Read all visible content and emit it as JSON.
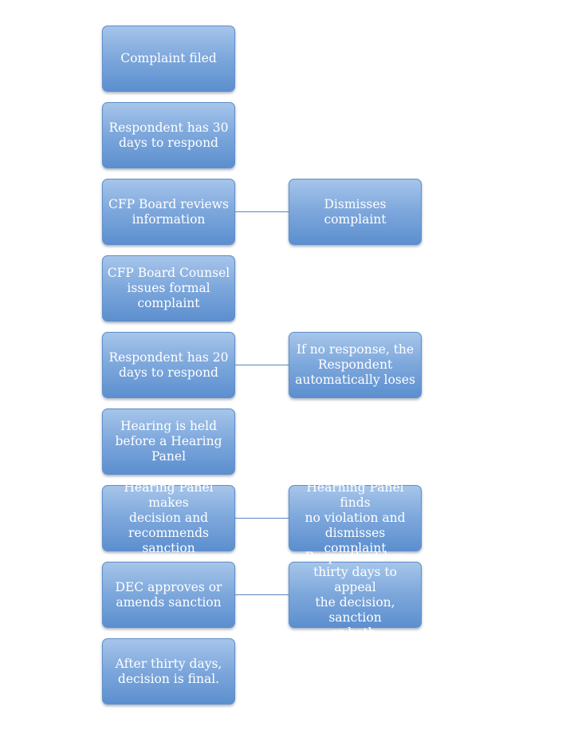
{
  "steps": [
    {
      "text": "Complaint filed"
    },
    {
      "text": "Respondent  has 30\ndays to respond"
    },
    {
      "text": "CFP Board reviews\ninformation"
    },
    {
      "text": "CFP Board Counsel\nissues formal\ncomplaint"
    },
    {
      "text": "Respondent has 20\ndays to respond"
    },
    {
      "text": "Hearing is held\nbefore a Hearing\nPanel"
    },
    {
      "text": "Hearing Panel makes\ndecision and\nrecommends\nsanction"
    },
    {
      "text": "DEC approves or\namends sanction"
    },
    {
      "text": "After thirty days,\ndecision is final."
    }
  ],
  "outcomes": [
    {
      "text": "Dismisses complaint"
    },
    {
      "text": "If no response, the\nRespondent\nautomatically loses"
    },
    {
      "text": "Hearning Panel finds\nno violation and\ndismisses complaint"
    },
    {
      "text": "Respondent has\nthirty days to appeal\nthe decision, sanction\nor both."
    }
  ]
}
